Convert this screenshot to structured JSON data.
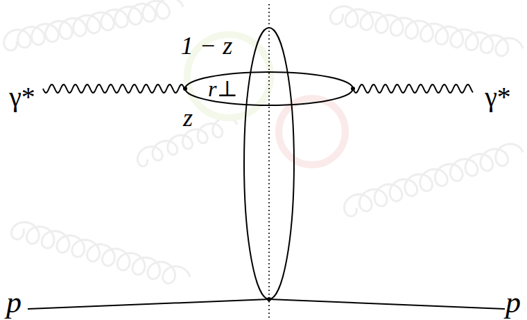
{
  "diagram": {
    "nodes": [
      {
        "text": [
          "r⊥"
        ]
      }
    ],
    "labels": [
      "γ*",
      "γ*",
      "1 − z",
      "z",
      "p",
      "p"
    ]
  }
}
